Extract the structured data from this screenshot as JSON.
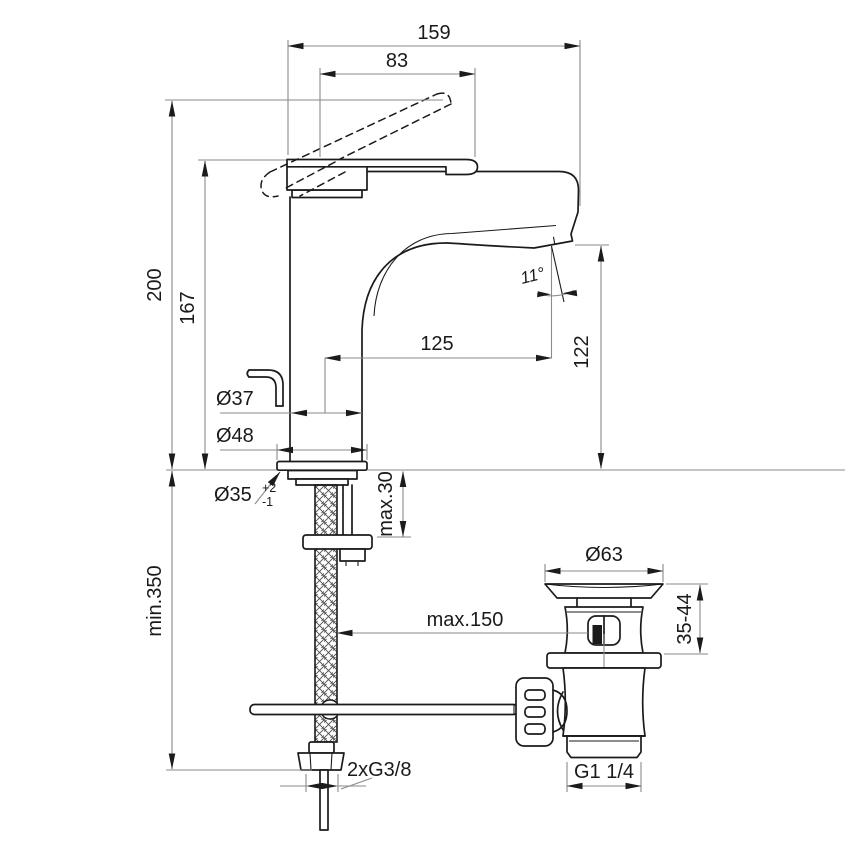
{
  "drawing": {
    "type": "technical-dimension-drawing",
    "subject": "single-lever basin mixer with pop-up waste",
    "units": "mm",
    "colors": {
      "background": "#ffffff",
      "outline": "#1b1b1b",
      "dimension_lines": "#8a8a8a",
      "text": "#1a1a1a"
    },
    "faucet": {
      "overall_width": "159",
      "handle_length": "83",
      "height_handle_open": "200",
      "height_body": "167",
      "spout_reach": "125",
      "spout_height": "122",
      "stream_angle": "11°",
      "body_diameter": "Ø37",
      "base_diameter": "Ø48",
      "hole_diameter": "Ø35",
      "hole_tol_plus": "+2",
      "hole_tol_minus": "-1"
    },
    "installation": {
      "deck_thickness": "max.30",
      "hose_length": "min.350",
      "rod_length": "max.150",
      "supply_thread": "2xG3/8"
    },
    "waste": {
      "flange_diameter": "Ø63",
      "height_range": "35-44",
      "outlet_thread": "G1 1/4"
    }
  }
}
